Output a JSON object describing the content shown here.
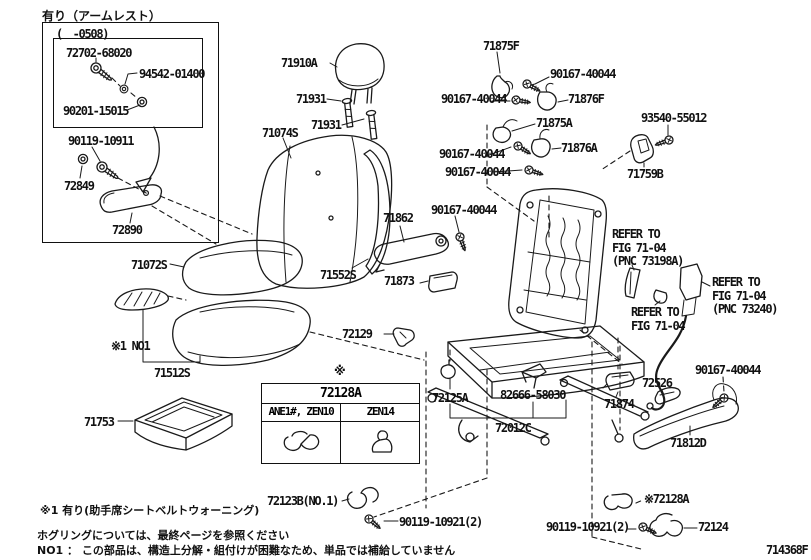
{
  "page": {
    "doc_number": "714368F",
    "background": "#ffffff",
    "line_color": "#1a1a1a"
  },
  "inset": {
    "title": "有り（アームレスト）",
    "range_caption": "(　-0508)"
  },
  "labels": [
    {
      "id": "72702-68020",
      "text": "72702-68020"
    },
    {
      "id": "94542-01400",
      "text": "94542-01400"
    },
    {
      "id": "90201-15015",
      "text": "90201-15015"
    },
    {
      "id": "90119-10911",
      "text": "90119-10911"
    },
    {
      "id": "72849",
      "text": "72849"
    },
    {
      "id": "72890",
      "text": "72890"
    },
    {
      "id": "71072S",
      "text": "71072S"
    },
    {
      "id": "no1-marker",
      "text": "※1 NO1"
    },
    {
      "id": "71512S",
      "text": "71512S"
    },
    {
      "id": "71753",
      "text": "71753"
    },
    {
      "id": "71910A",
      "text": "71910A"
    },
    {
      "id": "71931-upper",
      "text": "71931"
    },
    {
      "id": "71931-lower",
      "text": "71931"
    },
    {
      "id": "71074S",
      "text": "71074S"
    },
    {
      "id": "71552S",
      "text": "71552S"
    },
    {
      "id": "71862",
      "text": "71862"
    },
    {
      "id": "90167-40044-e",
      "text": "90167-40044"
    },
    {
      "id": "71873",
      "text": "71873"
    },
    {
      "id": "72129",
      "text": "72129"
    },
    {
      "id": "71875F",
      "text": "71875F"
    },
    {
      "id": "90167-40044-a",
      "text": "90167-40044"
    },
    {
      "id": "90167-40044-b",
      "text": "90167-40044"
    },
    {
      "id": "71876F",
      "text": "71876F"
    },
    {
      "id": "71875A",
      "text": "71875A"
    },
    {
      "id": "71876A",
      "text": "71876A"
    },
    {
      "id": "90167-40044-c",
      "text": "90167-40044"
    },
    {
      "id": "90167-40044-d",
      "text": "90167-40044"
    },
    {
      "id": "93540-55012",
      "text": "93540-55012"
    },
    {
      "id": "71759B",
      "text": "71759B"
    },
    {
      "id": "90167-40044-f",
      "text": "90167-40044"
    },
    {
      "id": "72526",
      "text": "72526"
    },
    {
      "id": "71874",
      "text": "71874"
    },
    {
      "id": "71812D",
      "text": "71812D"
    },
    {
      "id": "72128A-ref",
      "text": "※72128A"
    },
    {
      "id": "72124",
      "text": "72124"
    },
    {
      "id": "72125A",
      "text": "72125A"
    },
    {
      "id": "82666-58030",
      "text": "82666-58030"
    },
    {
      "id": "72012C",
      "text": "72012C"
    },
    {
      "id": "72123B",
      "text": "72123B(NO.1)"
    },
    {
      "id": "90119-10921-left",
      "text": "90119-10921(2)"
    },
    {
      "id": "90119-10921-right",
      "text": "90119-10921(2)"
    },
    {
      "id": "table-marker",
      "text": "※"
    }
  ],
  "refer_to": [
    {
      "lines": [
        "REFER TO",
        "FIG 71-04",
        "(PNC 73198A)"
      ]
    },
    {
      "lines": [
        "REFER TO",
        "FIG 71-04"
      ]
    },
    {
      "lines": [
        "REFER TO",
        "FIG 71-04",
        "(PNC 73240)"
      ]
    }
  ],
  "variant_table": {
    "header": "72128A",
    "columns": [
      "ANE1#, ZEN10",
      "ZEN14"
    ]
  },
  "footnotes": {
    "note1": "※1 有り(助手席シートベルトウォーニング)",
    "note2": "ホグリングについては、最終ページを参照ください",
    "note3": "NO1 ： この部品は、構造上分解・組付けが困難なため、単品では補給していません"
  }
}
